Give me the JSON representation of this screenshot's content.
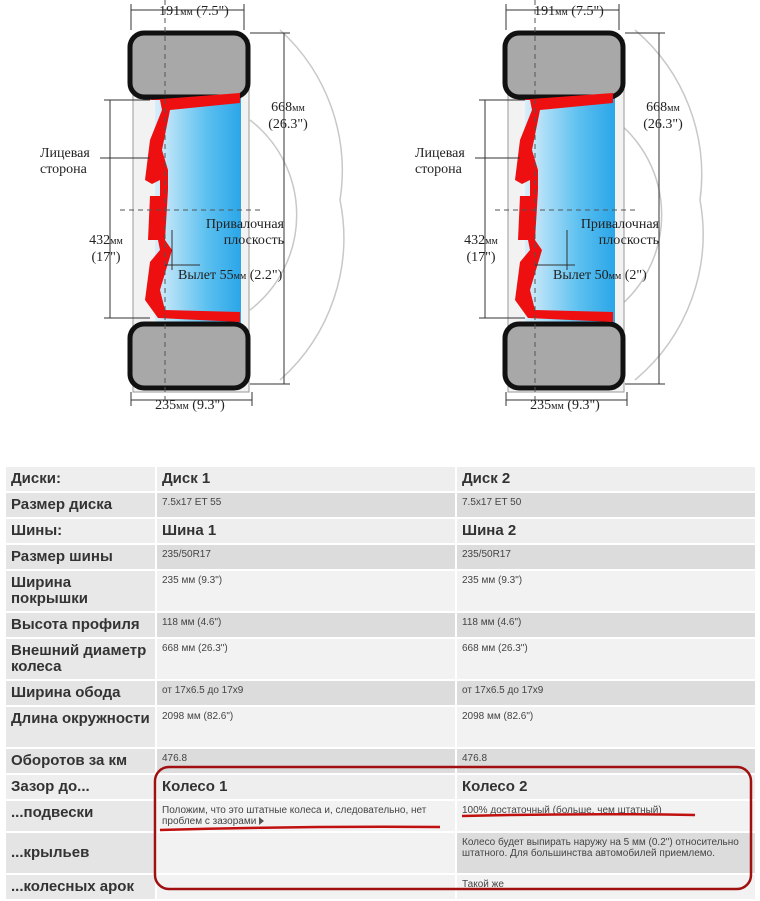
{
  "diagram1": {
    "top_width": "191",
    "top_width_in": "(7.5\")",
    "diameter": "668",
    "diameter_in": "(26.3\")",
    "rim_diameter": "432",
    "rim_diameter_in": "(17\")",
    "bottom_width": "235",
    "bottom_width_in": "(9.3\")",
    "face_label_1": "Лицевая",
    "face_label_2": "сторона",
    "mount_label_1": "Привалочная",
    "mount_label_2": "плоскость",
    "offset_label": "Вылет 55",
    "offset_in": "(2.2\")",
    "unit": "мм"
  },
  "diagram2": {
    "top_width": "191",
    "top_width_in": "(7.5\")",
    "diameter": "668",
    "diameter_in": "(26.3\")",
    "rim_diameter": "432",
    "rim_diameter_in": "(17\")",
    "bottom_width": "235",
    "bottom_width_in": "(9.3\")",
    "face_label_1": "Лицевая",
    "face_label_2": "сторона",
    "mount_label_1": "Привалочная",
    "mount_label_2": "плоскость",
    "offset_label": "Вылет 50",
    "offset_in": "(2\")",
    "unit": "мм"
  },
  "table": {
    "rows": [
      {
        "label": "Диски:",
        "v1": "Диск 1",
        "v2": "Диск 2"
      },
      {
        "label": "Размер диска",
        "v1": "7.5x17 ET 55",
        "v2": "7.5x17 ET 50"
      },
      {
        "label": "Шины:",
        "v1": "Шина 1",
        "v2": "Шина 2"
      },
      {
        "label": "Размер шины",
        "v1": "235/50R17",
        "v2": "235/50R17"
      },
      {
        "label": "Ширина покрышки",
        "v1": "235 мм (9.3\")",
        "v2": "235 мм (9.3\")"
      },
      {
        "label": "Высота профиля",
        "v1": "118 мм (4.6\")",
        "v2": "118 мм (4.6\")"
      },
      {
        "label": "Внешний диаметр колеса",
        "v1": "668 мм (26.3\")",
        "v2": "668 мм (26.3\")"
      },
      {
        "label": "Ширина обода",
        "v1": "от 17x6.5 до 17x9",
        "v2": "от 17x6.5 до 17x9"
      },
      {
        "label": "Длина окружности",
        "v1": "2098 мм (82.6\")",
        "v2": "2098 мм (82.6\")"
      },
      {
        "label": "Оборотов за км",
        "v1": "476.8",
        "v2": "476.8"
      },
      {
        "label": "Зазор до...",
        "v1": "Колесо 1",
        "v2": "Колесо 2"
      },
      {
        "label": "...подвески",
        "v1": "Положим, что это штатные колеса и, следовательно, нет проблем с зазорами",
        "v2": "100% достаточный (больше, чем штатный)"
      },
      {
        "label": "...крыльев",
        "v1": "",
        "v2": "Колесо будет выпирать наружу на 5 мм (0.2\") относительно штатного. Для большинства автомобилей приемлемо."
      },
      {
        "label": "...колесных арок",
        "v1": "",
        "v2": "Такой же"
      }
    ]
  }
}
